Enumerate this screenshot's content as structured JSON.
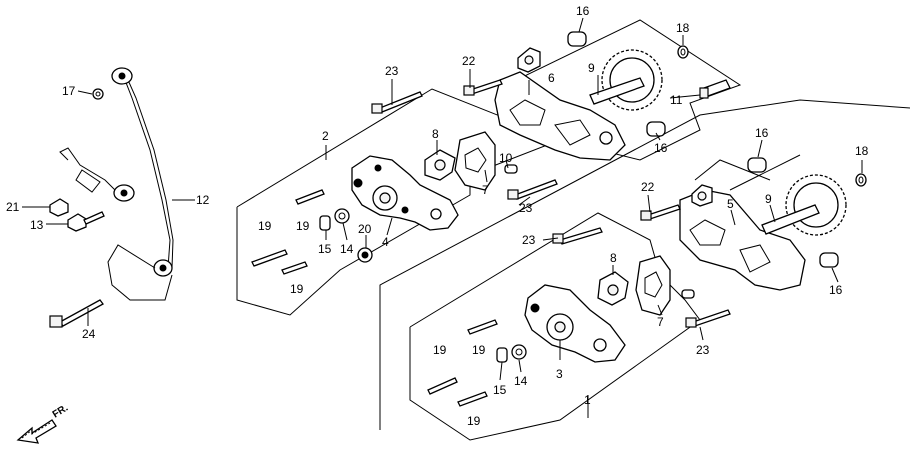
{
  "callouts": {
    "c1": "1",
    "c2": "2",
    "c3": "3",
    "c4": "4",
    "c5": "5",
    "c6": "6",
    "c7a": "7",
    "c7b": "7",
    "c8a": "8",
    "c8b": "8",
    "c9a": "9",
    "c9b": "9",
    "c10": "10",
    "c11": "11",
    "c12": "12",
    "c13": "13",
    "c14a": "14",
    "c14b": "14",
    "c15a": "15",
    "c15b": "15",
    "c16a": "16",
    "c16b": "16",
    "c16c": "16",
    "c16d": "16",
    "c17": "17",
    "c18a": "18",
    "c18b": "18",
    "c19a": "19",
    "c19b": "19",
    "c19c": "19",
    "c19d": "19",
    "c19e": "19",
    "c19f": "19",
    "c20": "20",
    "c21": "21",
    "c22a": "22",
    "c22b": "22",
    "c23a": "23",
    "c23b": "23",
    "c23c": "23",
    "c23d": "23",
    "c24": "24"
  },
  "front_marker": {
    "label": "FR."
  }
}
